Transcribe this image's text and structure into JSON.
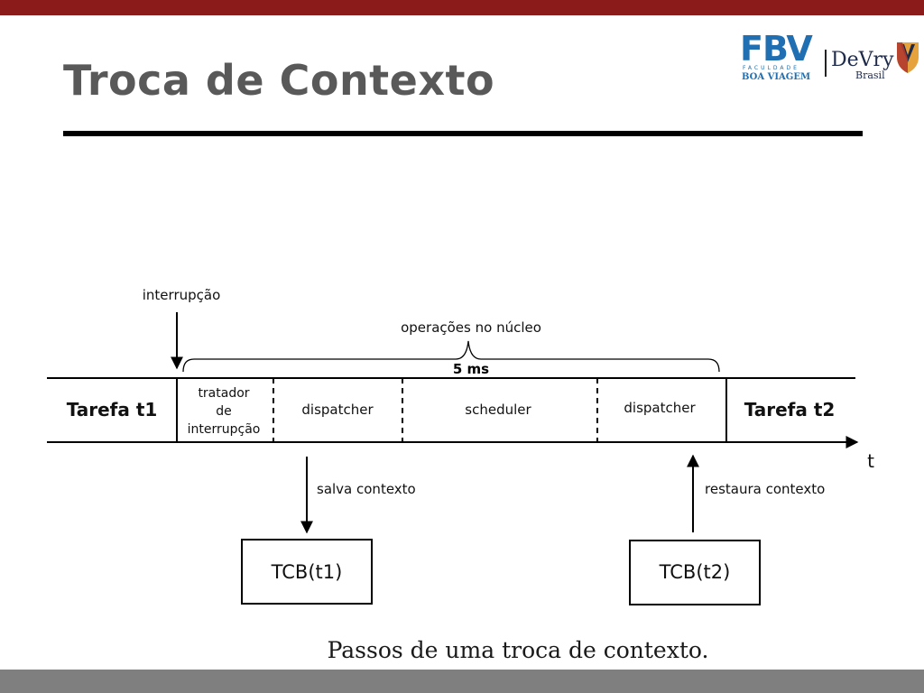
{
  "slide": {
    "title": "Troca de Contexto",
    "caption": "Passos de uma troca de contexto."
  },
  "logos": {
    "fbv_letters": "FBV",
    "fbv_subtitle_1": "FACULDADE",
    "fbv_subtitle_2": "BOA VIAGEM",
    "devry_name": "DeVry",
    "devry_country": "Brasil"
  },
  "diagram": {
    "interrupt_label": "interrupção",
    "kernel_ops_label": "operações no núcleo",
    "duration_label": "5 ms",
    "task1_label": "Tarefa t1",
    "task2_label": "Tarefa t2",
    "handler_line1": "tratador",
    "handler_line2": "de",
    "handler_line3": "interrupção",
    "dispatcher1_label": "dispatcher",
    "scheduler_label": "scheduler",
    "dispatcher2_label": "dispatcher",
    "time_axis_label": "t",
    "save_context_label": "salva contexto",
    "restore_context_label": "restaura contexto",
    "tcb1_label": "TCB(t1)",
    "tcb2_label": "TCB(t2)"
  },
  "colors": {
    "top_bar": "#8b1a1a",
    "bottom_bar": "#7f7f7f",
    "title_text": "#595959",
    "fbv_blue": "#1f6fb2",
    "devry_navy": "#1e2a4a"
  }
}
